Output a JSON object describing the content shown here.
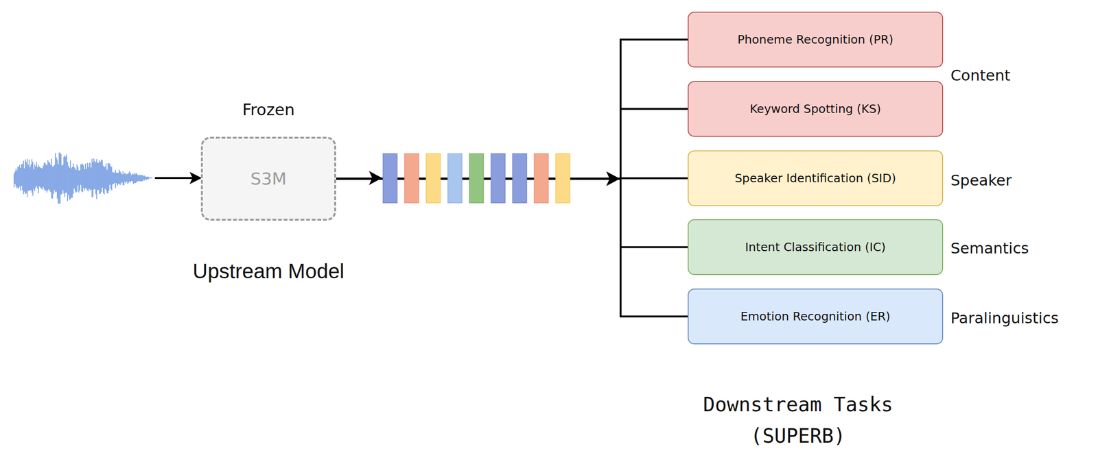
{
  "diagram": {
    "nodes": [
      {
        "text": [
          "Frozen",
          "S3M",
          "Upstream Model"
        ]
      },
      {
        "text": [
          "Phoneme Recognition (PR)"
        ]
      },
      {
        "text": [
          "Keyword Spotting (KS)"
        ]
      },
      {
        "text": [
          "Speaker Identification (SID)"
        ]
      },
      {
        "text": [
          "Intent Classification (IC)"
        ]
      },
      {
        "text": [
          "Emotion Recognition (ER)"
        ]
      }
    ],
    "edges": [
      {
        "from": 0,
        "to": 1,
        "arrow": "to"
      },
      {
        "from": 0,
        "to": 2,
        "arrow": "to"
      },
      {
        "from": 0,
        "to": 3,
        "arrow": "to"
      },
      {
        "from": 0,
        "to": 4,
        "arrow": "to"
      },
      {
        "from": 0,
        "to": 5,
        "arrow": "to"
      }
    ],
    "labels": [
      "Content",
      "Speaker",
      "Semantics",
      "Paralinguistics",
      "Downstream Tasks (SUPERB)"
    ]
  }
}
